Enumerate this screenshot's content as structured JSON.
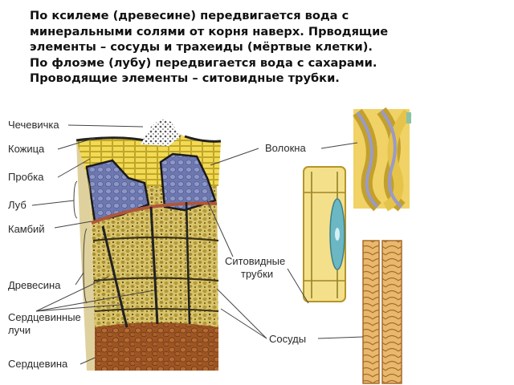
{
  "heading": {
    "line1": "По ксилеме (древесине) передвигается вода с",
    "line2": "минеральными солями от корня наверх. Прводящие",
    "line3": "элементы – сосуды и трахеиды (мёртвые клетки).",
    "line4": "По флоэме (лубу) передвигается вода с сахарами.",
    "line5": "Проводящие элементы – ситовидные трубки."
  },
  "labels": {
    "chechevichka": "Чечевичка",
    "kozhitsa": "Кожица",
    "probka": "Пробка",
    "lub": "Луб",
    "kambiy": "Камбий",
    "drevesina": "Древесина",
    "serdtsevinnye_1": "Сердцевинные",
    "serdtsevinnye_2": "лучи",
    "serdtsevina": "Сердцевина",
    "volokna": "Волокна",
    "sitovidnye_1": "Ситовидные",
    "sitovidnye_2": "трубки",
    "sosudy": "Сосуды"
  }
}
